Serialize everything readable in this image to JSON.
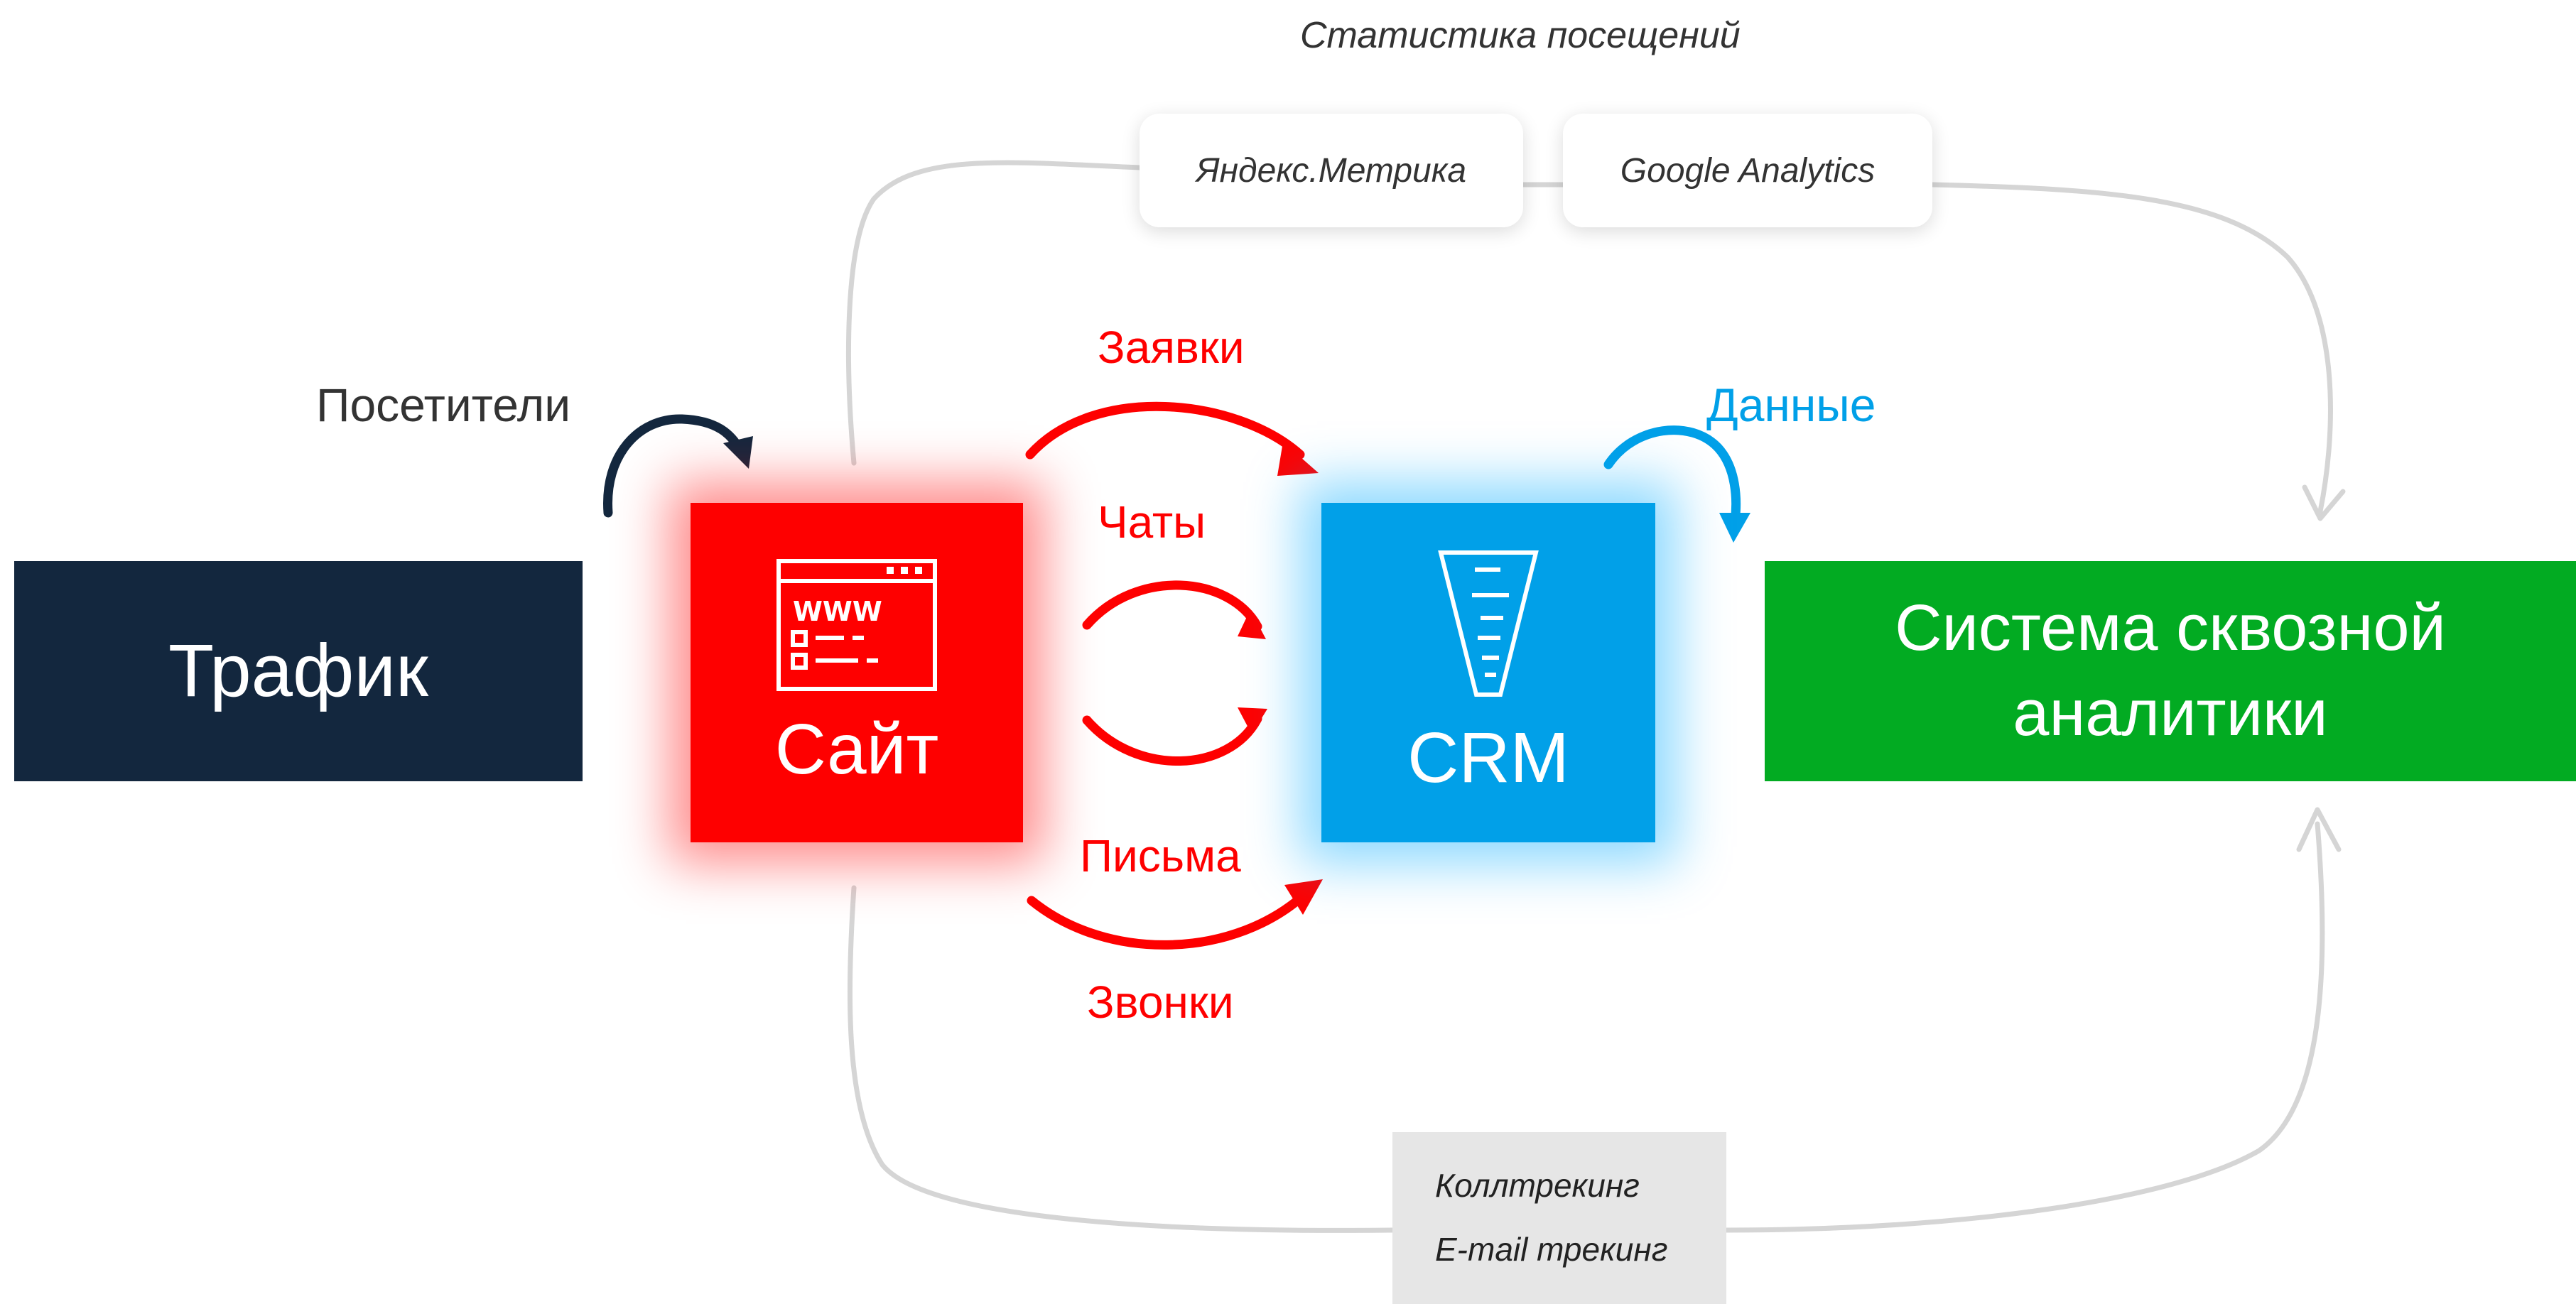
{
  "title": "Статистика посещений",
  "blocks": {
    "traffic": "Трафик",
    "site": "Сайт",
    "crm": "CRM",
    "analytics_line1": "Система сквозной",
    "analytics_line2": "аналитики"
  },
  "services": {
    "yandex": "Яндекс.Метрика",
    "google": "Google Analytics"
  },
  "tracking": {
    "calltracking": "Коллтрекинг",
    "email": "E-mail трекинг"
  },
  "flows": {
    "visitors": "Посетители",
    "requests": "Заявки",
    "chats": "Чаты",
    "letters": "Письма",
    "calls": "Звонки",
    "data": "Данные"
  },
  "icons": {
    "site": "browser-www-icon",
    "crm": "funnel-icon"
  },
  "colors": {
    "traffic": "#13273e",
    "site": "#fe0000",
    "crm": "#01a0e8",
    "analytics": "#02ab22",
    "connector": "#d5d5d5",
    "flow_red": "#fe0000",
    "flow_blue": "#01a0e8",
    "flow_navy": "#13273e"
  }
}
